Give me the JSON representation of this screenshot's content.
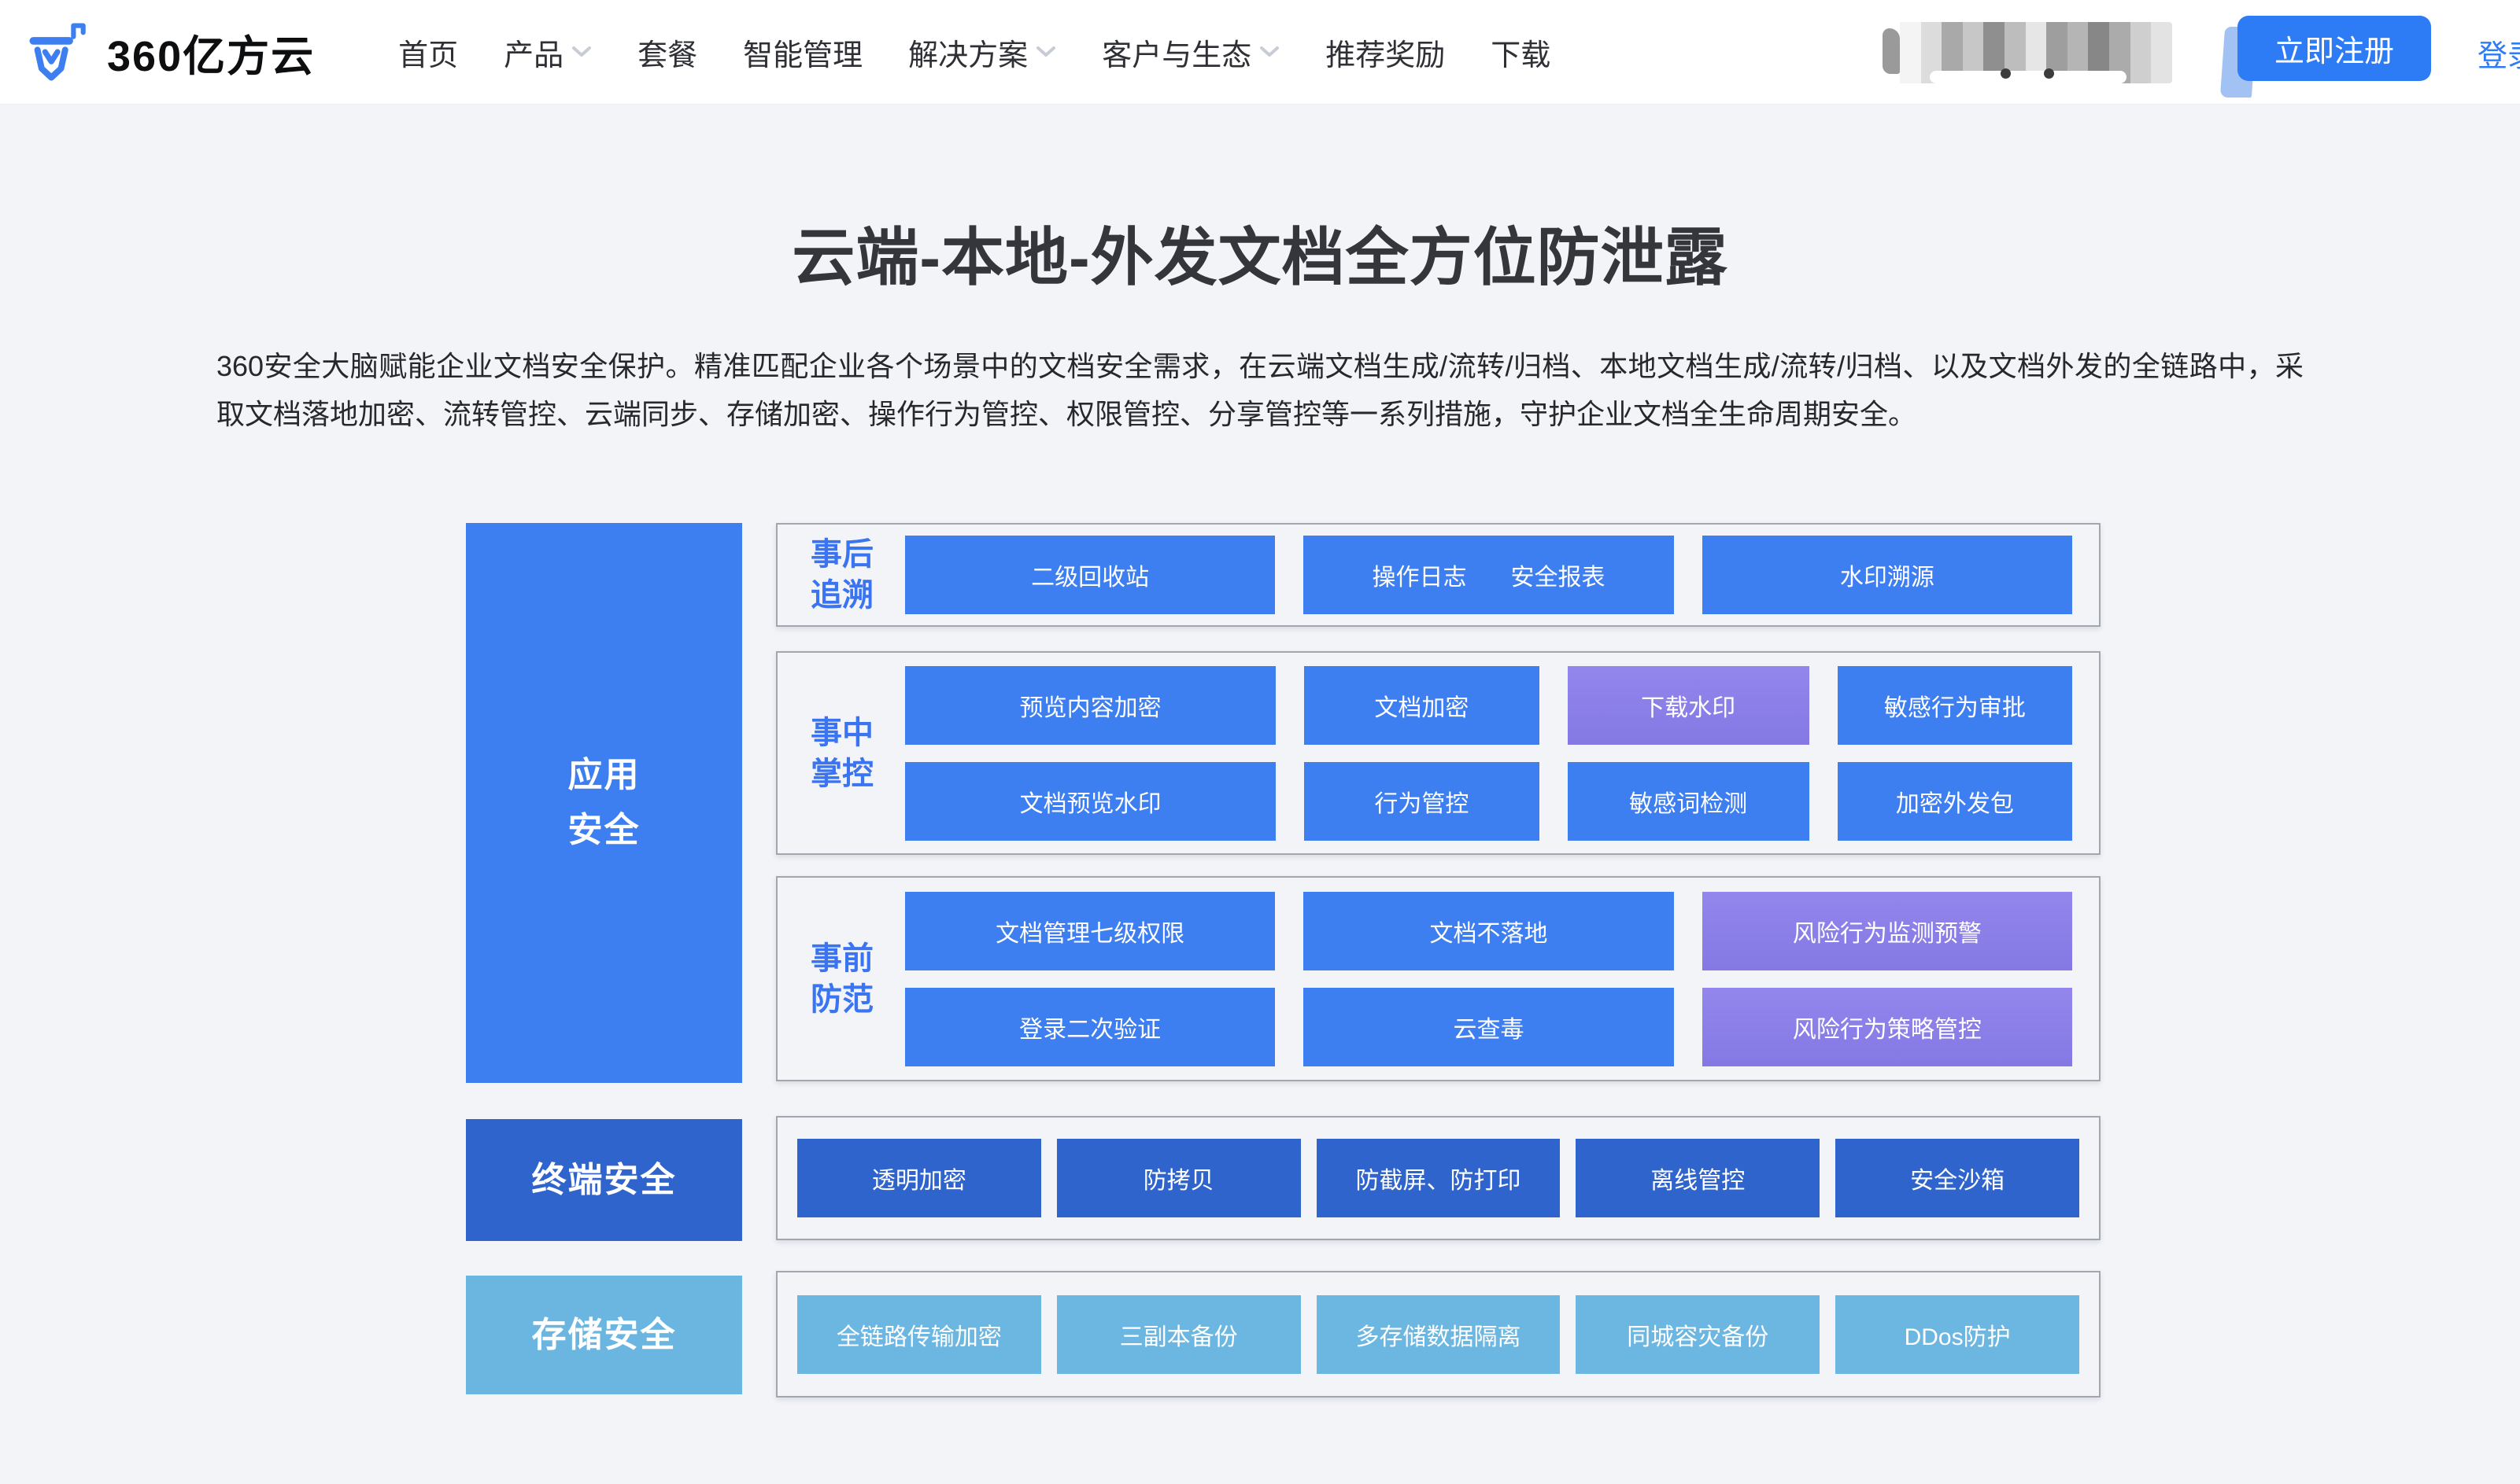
{
  "brand": {
    "name": "360亿方云"
  },
  "nav": {
    "items": [
      {
        "label": "首页",
        "dropdown": false
      },
      {
        "label": "产品",
        "dropdown": true
      },
      {
        "label": "套餐",
        "dropdown": false
      },
      {
        "label": "智能管理",
        "dropdown": false
      },
      {
        "label": "解决方案",
        "dropdown": true
      },
      {
        "label": "客户与生态",
        "dropdown": true
      },
      {
        "label": "推荐奖励",
        "dropdown": false
      },
      {
        "label": "下载",
        "dropdown": false
      }
    ]
  },
  "header_actions": {
    "register": "立即注册",
    "login": "登录",
    "accent_color": "#2e7bf6"
  },
  "hero": {
    "title": "云端-本地-外发文档全方位防泄露",
    "description": "360安全大脑赋能企业文档安全保护。精准匹配企业各个场景中的文档安全需求，在云端文档生成/流转/归档、本地文档生成/流转/归档、以及文档外发的全链路中，采取文档落地加密、流转管控、云端同步、存储加密、操作行为管控、权限管控、分享管控等一系列措施，守护企业文档全生命周期安全。"
  },
  "diagram": {
    "colors": {
      "primary_blue": "#3d7ef0",
      "purple": "#8b7ee8",
      "dark_blue": "#2f64cc",
      "light_blue": "#6ab6e1",
      "group_label_blue": "#3b74f0"
    },
    "app_side": {
      "line1": "应用",
      "line2": "安全"
    },
    "after": {
      "label1": "事后",
      "label2": "追溯",
      "items": [
        "二级回收站",
        "操作日志",
        "安全报表",
        "水印溯源"
      ]
    },
    "during": {
      "label1": "事中",
      "label2": "掌控",
      "row1": [
        "预览内容加密",
        "文档加密",
        "下载水印",
        "敏感行为审批"
      ],
      "row2": [
        "文档预览水印",
        "行为管控",
        "敏感词检测",
        "加密外发包"
      ]
    },
    "before": {
      "label1": "事前",
      "label2": "防范",
      "row1": [
        "文档管理七级权限",
        "文档不落地",
        "风险行为监测预警"
      ],
      "row2": [
        "登录二次验证",
        "云查毒",
        "风险行为策略管控"
      ]
    },
    "terminal": {
      "label": "终端安全",
      "items": [
        "透明加密",
        "防拷贝",
        "防截屏、防打印",
        "离线管控",
        "安全沙箱"
      ]
    },
    "storage": {
      "label": "存储安全",
      "items": [
        "全链路传输加密",
        "三副本备份",
        "多存储数据隔离",
        "同城容灾备份",
        "DDos防护"
      ]
    }
  }
}
